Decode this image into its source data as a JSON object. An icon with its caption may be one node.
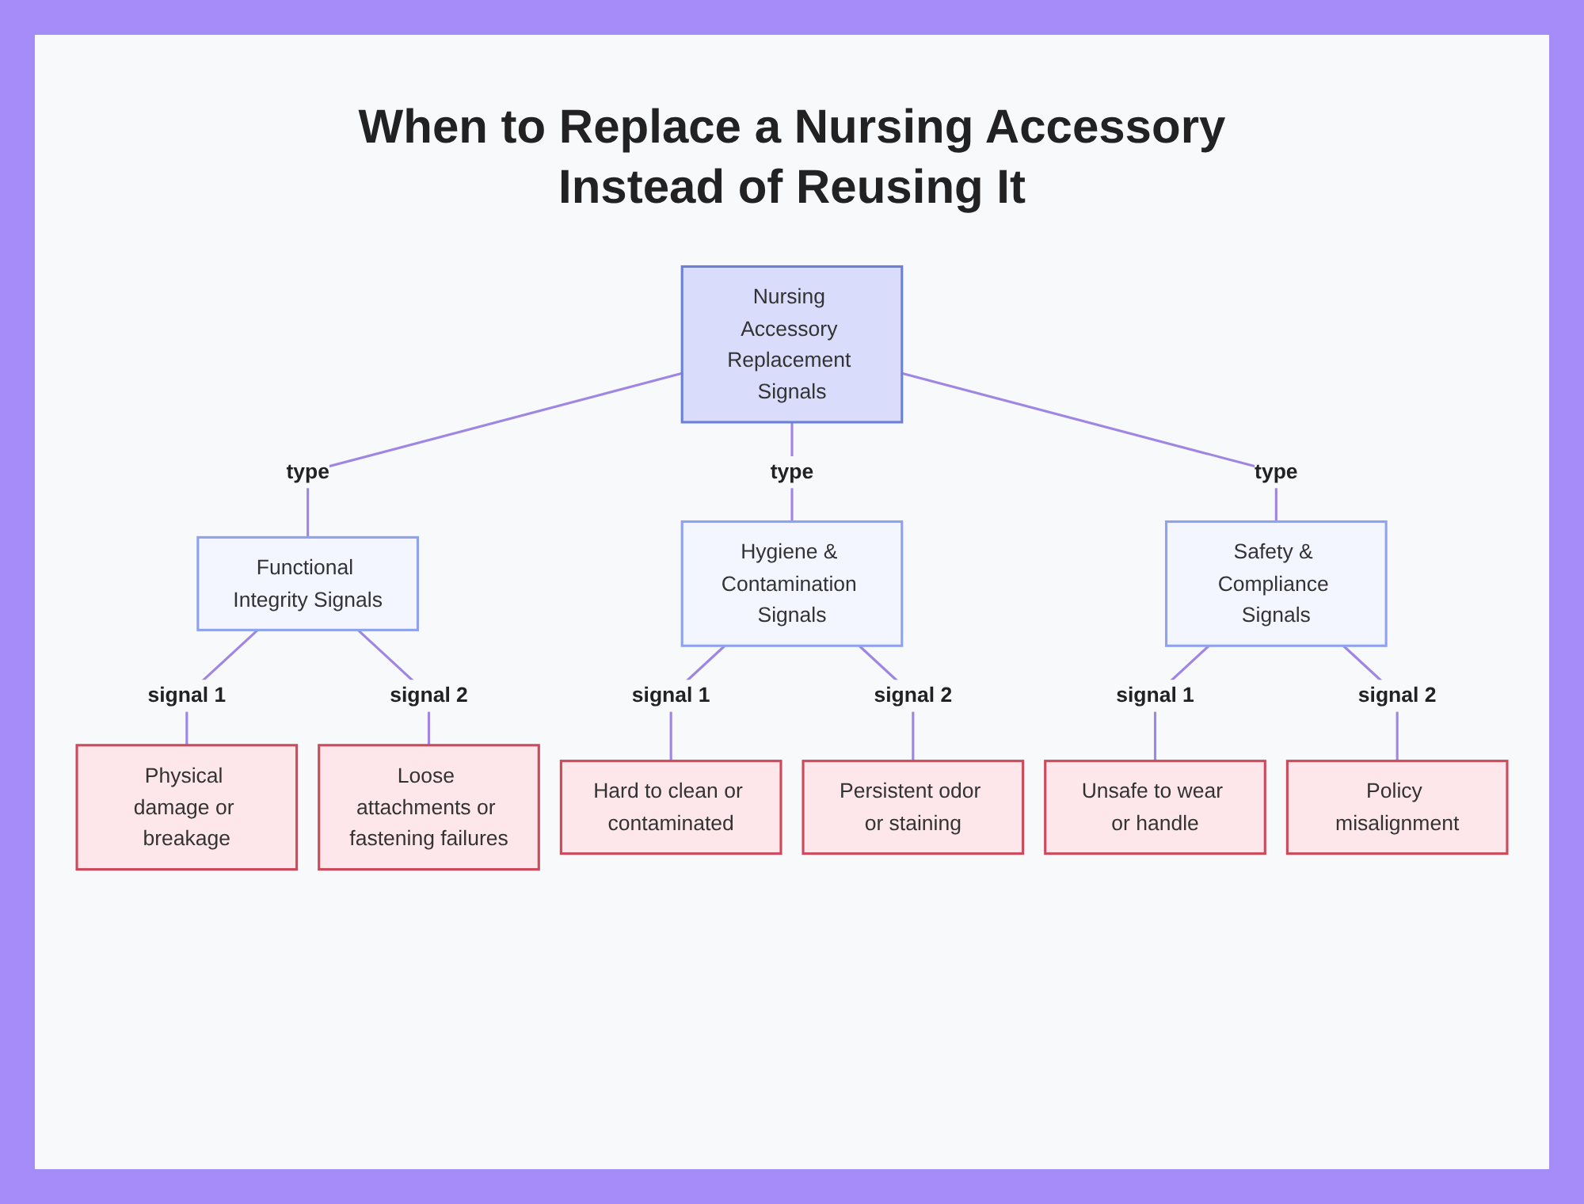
{
  "diagram": {
    "title": "When to Replace a Nursing Accessory Instead of Reusing It",
    "nodes": [
      {
        "text": [
          "Nursing Accessory Replacement Signals"
        ]
      },
      {
        "text": [
          "Functional Integrity Signals"
        ]
      },
      {
        "text": [
          "Hygiene & Contamination Signals"
        ]
      },
      {
        "text": [
          "Safety & Compliance Signals"
        ]
      },
      {
        "text": [
          "Physical damage or breakage"
        ]
      },
      {
        "text": [
          "Loose attachments or fastening failures"
        ]
      },
      {
        "text": [
          "Hard to clean or contaminated"
        ]
      },
      {
        "text": [
          "Persistent odor or staining"
        ]
      },
      {
        "text": [
          "Unsafe to wear or handle"
        ]
      },
      {
        "text": [
          "Policy misalignment"
        ]
      }
    ],
    "edges": [
      {
        "from": 0,
        "to": 1,
        "arrow": "none",
        "label": "type"
      },
      {
        "from": 0,
        "to": 2,
        "arrow": "none",
        "label": "type"
      },
      {
        "from": 0,
        "to": 3,
        "arrow": "none",
        "label": "type"
      },
      {
        "from": 1,
        "to": 4,
        "arrow": "none",
        "label": "signal 1"
      },
      {
        "from": 1,
        "to": 5,
        "arrow": "none",
        "label": "signal 2"
      },
      {
        "from": 2,
        "to": 6,
        "arrow": "none",
        "label": "signal 1"
      },
      {
        "from": 2,
        "to": 7,
        "arrow": "none",
        "label": "signal 2"
      },
      {
        "from": 3,
        "to": 8,
        "arrow": "none",
        "label": "signal 1"
      },
      {
        "from": 3,
        "to": 9,
        "arrow": "none",
        "label": "signal 2"
      }
    ]
  }
}
